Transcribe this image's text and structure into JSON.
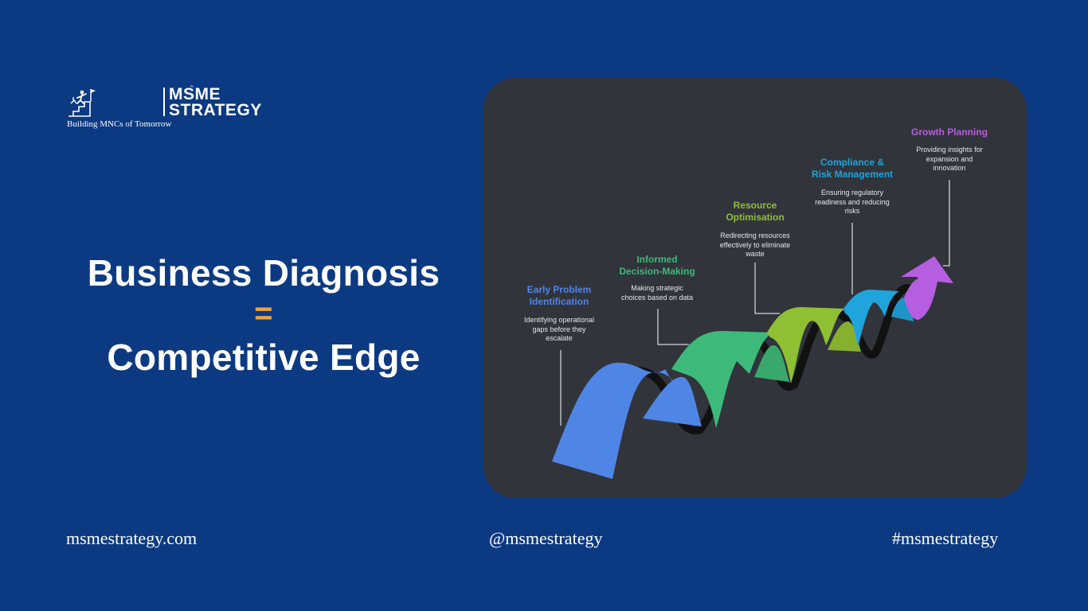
{
  "logo": {
    "word1": "MSME",
    "word2": "STRATEGY",
    "trademark": "™",
    "tagline": "Building MNCs of Tomorrow",
    "icon": "climbing-figure-icon"
  },
  "headline": {
    "line1": "Business Diagnosis",
    "equals": "=",
    "line2": "Competitive Edge"
  },
  "diagram": {
    "colors": {
      "card_bg": "#31343b",
      "accent_equals": "#f3a13c"
    },
    "stages": [
      {
        "title": "Early Problem\nIdentification",
        "description": "Identifying operational\ngaps before they\nescalate",
        "color": "#4f86e6"
      },
      {
        "title": "Informed\nDecision-Making",
        "description": "Making strategic\nchoices based on data",
        "color": "#3dba7a"
      },
      {
        "title": "Resource\nOptimisation",
        "description": "Redirecting resources\neffectively to eliminate\nwaste",
        "color": "#8fbf32"
      },
      {
        "title": "Compliance &\nRisk Management",
        "description": "Ensuring regulatory\nreadiness and reducing\nrisks",
        "color": "#1fa4dc"
      },
      {
        "title": "Growth Planning",
        "description": "Providing insights for\nexpansion and\ninnovation",
        "color": "#b65ee0"
      }
    ]
  },
  "footer": {
    "website": "msmestrategy.com",
    "handle": "@msmestrategy",
    "hashtag": "#msmestrategy"
  }
}
